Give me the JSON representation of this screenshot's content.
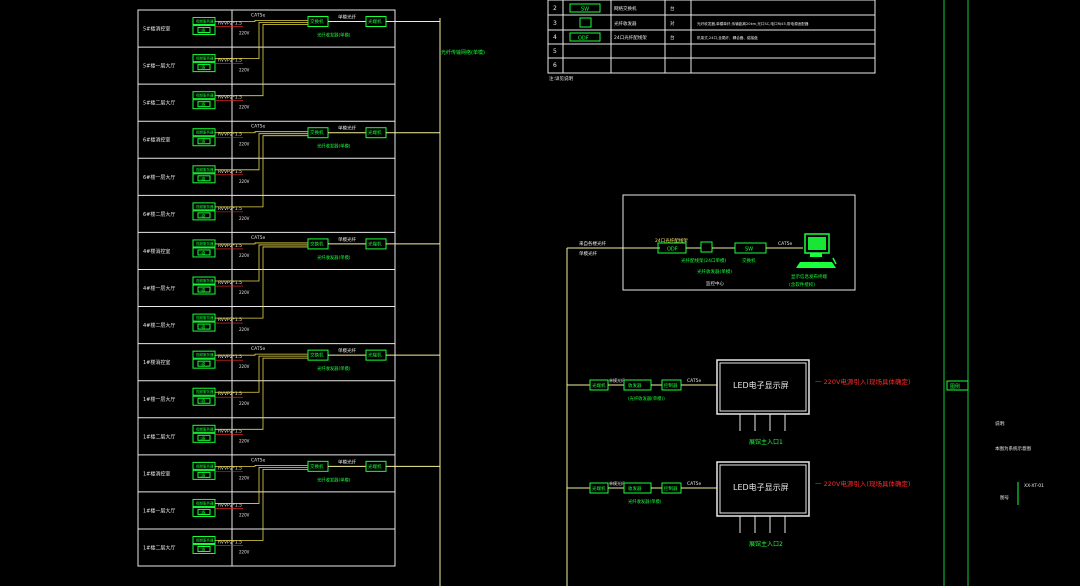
{
  "colors": {
    "background": "#000000",
    "frame": "#e8e8e8",
    "equipment": "#19ff3a",
    "bus_line": "#f5f09a",
    "cable": "#e8d84a",
    "warning": "#ff2a2a",
    "divider": "#19c83a"
  },
  "left_panel": {
    "rows": [
      {
        "room": "5#楼消控室"
      },
      {
        "room": "5#楼一层大厅"
      },
      {
        "room": "5#楼二层大厅"
      },
      {
        "room": "6#楼消控室"
      },
      {
        "room": "6#楼一层大厅"
      },
      {
        "room": "6#楼二层大厅"
      },
      {
        "room": "4#楼消控室"
      },
      {
        "room": "4#楼一层大厅"
      },
      {
        "room": "4#楼二层大厅"
      },
      {
        "room": "1#楼消控室"
      },
      {
        "room": "1#楼一层大厅"
      },
      {
        "room": "1#楼二层大厅"
      },
      {
        "room": "1#楼消控室"
      },
      {
        "room": "1#楼一层大厅"
      },
      {
        "room": "1#楼二层大厅"
      }
    ],
    "device_label": "视频服务器",
    "device_id": "1路",
    "cable_label": "RVVP2*1.5",
    "cable_sub": "220V",
    "group_cable": "CAT5e",
    "switch_label": "交换机",
    "switch_sub": "光纤收发器(单模)",
    "fiber_label": "单模光纤",
    "transceiver_label": "光端机",
    "bus_label": "光纤传输网络(单模)"
  },
  "table": {
    "rows": [
      {
        "no": "2",
        "symbol": "SW",
        "name": "网络交换机",
        "unit": "台",
        "note": ""
      },
      {
        "no": "3",
        "symbol": "",
        "name": "光纤收发器",
        "unit": "对",
        "note": "光纤收发器,单模单纤,传输距离20km,光口SC,电口RJ45,带电源适配器"
      },
      {
        "no": "4",
        "symbol": "ODF",
        "name": "24口光纤配线架",
        "unit": "台",
        "note": "机架式,24口,含尾纤、耦合器、熔接盘"
      },
      {
        "no": "5",
        "symbol": "",
        "name": "",
        "unit": "",
        "note": ""
      },
      {
        "no": "6",
        "symbol": "",
        "name": "",
        "unit": "",
        "note": ""
      }
    ],
    "footnote": "注:详见说明"
  },
  "control_room": {
    "incoming": "来自各楼光纤",
    "incoming_sub": "单模光纤",
    "odf_label": "24口光纤配线架",
    "odf_box": "ODF",
    "odf_sub": "光纤配线架(24口单模)",
    "transceiver_note": "光纤收发器(单模)",
    "switch_box": "SW",
    "switch_sub": "交换机",
    "cable_label": "CAT5e",
    "pc_label": "显示信息发布终端",
    "pc_sub": "(含软件授权)",
    "room_name": "监控中心"
  },
  "led_units": [
    {
      "box1": "光端机",
      "cable1": "单模光纤",
      "box2": "收发器",
      "box3": "控制器",
      "cable2": "CAT5e",
      "under_label": "(光纤收发器(单模))",
      "screen_text": "LED电子显示屏",
      "power_note": "一 220V电源引入(现场具体确定)",
      "caption": "展馆主入口1"
    },
    {
      "box1": "光端机",
      "cable1": "单模光纤",
      "box2": "收发器",
      "box3": "控制器",
      "cable2": "CAT5e",
      "under_label": "光纤收发器(单模)",
      "screen_text": "LED电子显示屏",
      "power_note": "一 220V电源引入(现场具体确定)",
      "caption": "展馆主入口2"
    }
  ],
  "right_margin": {
    "tag": "图例",
    "note1": "说明:",
    "note2": "本图为系统示意图",
    "note3": "图号",
    "note4": "XX-XT-01"
  }
}
